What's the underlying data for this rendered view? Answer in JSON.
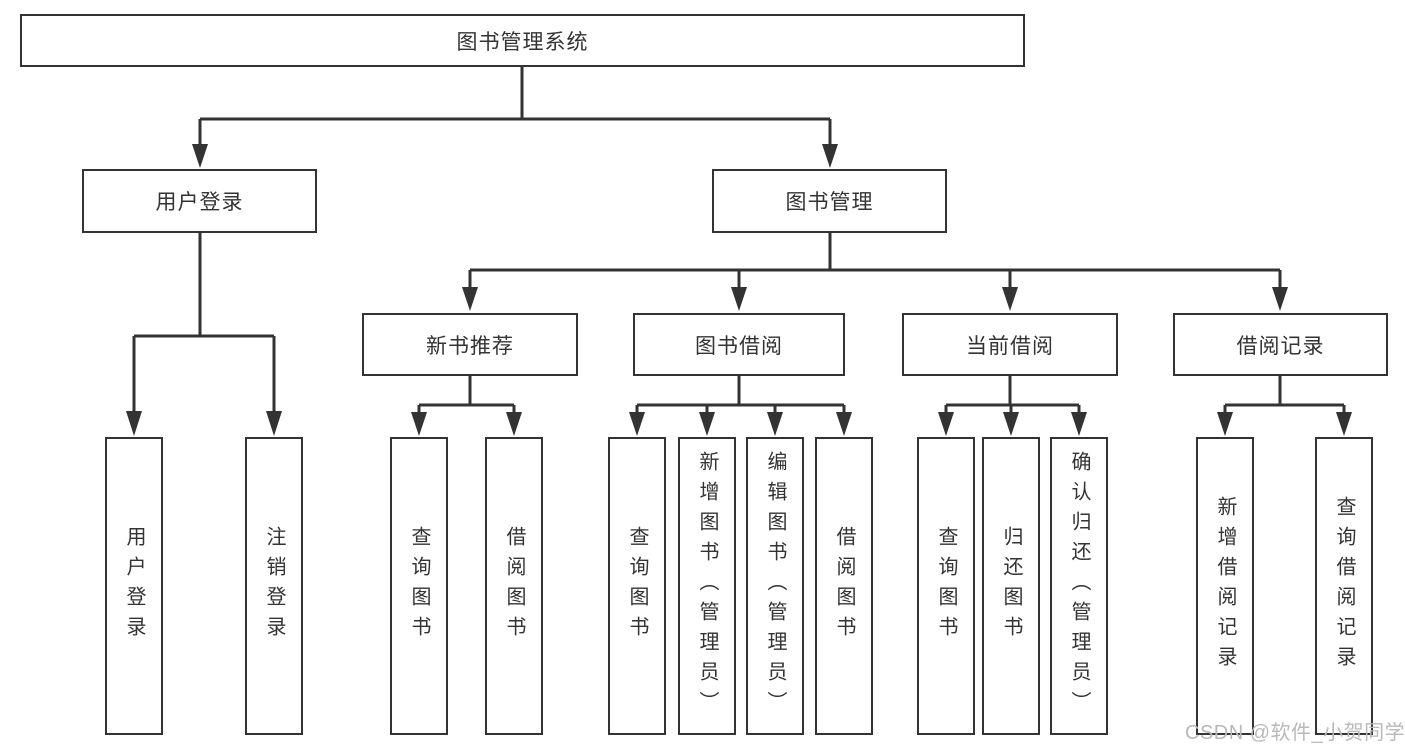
{
  "tree": {
    "root": {
      "label": "图书管理系统",
      "children": [
        {
          "label": "用户登录",
          "children": [
            {
              "label": "用户登录"
            },
            {
              "label": "注销登录"
            }
          ]
        },
        {
          "label": "图书管理",
          "children": [
            {
              "label": "新书推荐",
              "children": [
                {
                  "label": "查询图书"
                },
                {
                  "label": "借阅图书"
                }
              ]
            },
            {
              "label": "图书借阅",
              "children": [
                {
                  "label": "查询图书"
                },
                {
                  "label": "新增图书（管理员）"
                },
                {
                  "label": "编辑图书（管理员）"
                },
                {
                  "label": "借阅图书"
                }
              ]
            },
            {
              "label": "当前借阅",
              "children": [
                {
                  "label": "查询图书"
                },
                {
                  "label": "归还图书"
                },
                {
                  "label": "确认归还（管理员）"
                }
              ]
            },
            {
              "label": "借阅记录",
              "children": [
                {
                  "label": "新增借阅记录"
                },
                {
                  "label": "查询借阅记录"
                }
              ]
            }
          ]
        }
      ]
    }
  },
  "watermark": {
    "text": "CSDN @软件_小贺同学"
  },
  "colors": {
    "line": "#333333",
    "text": "#333333",
    "watermark": "#b9b9b9",
    "background": "#ffffff"
  }
}
